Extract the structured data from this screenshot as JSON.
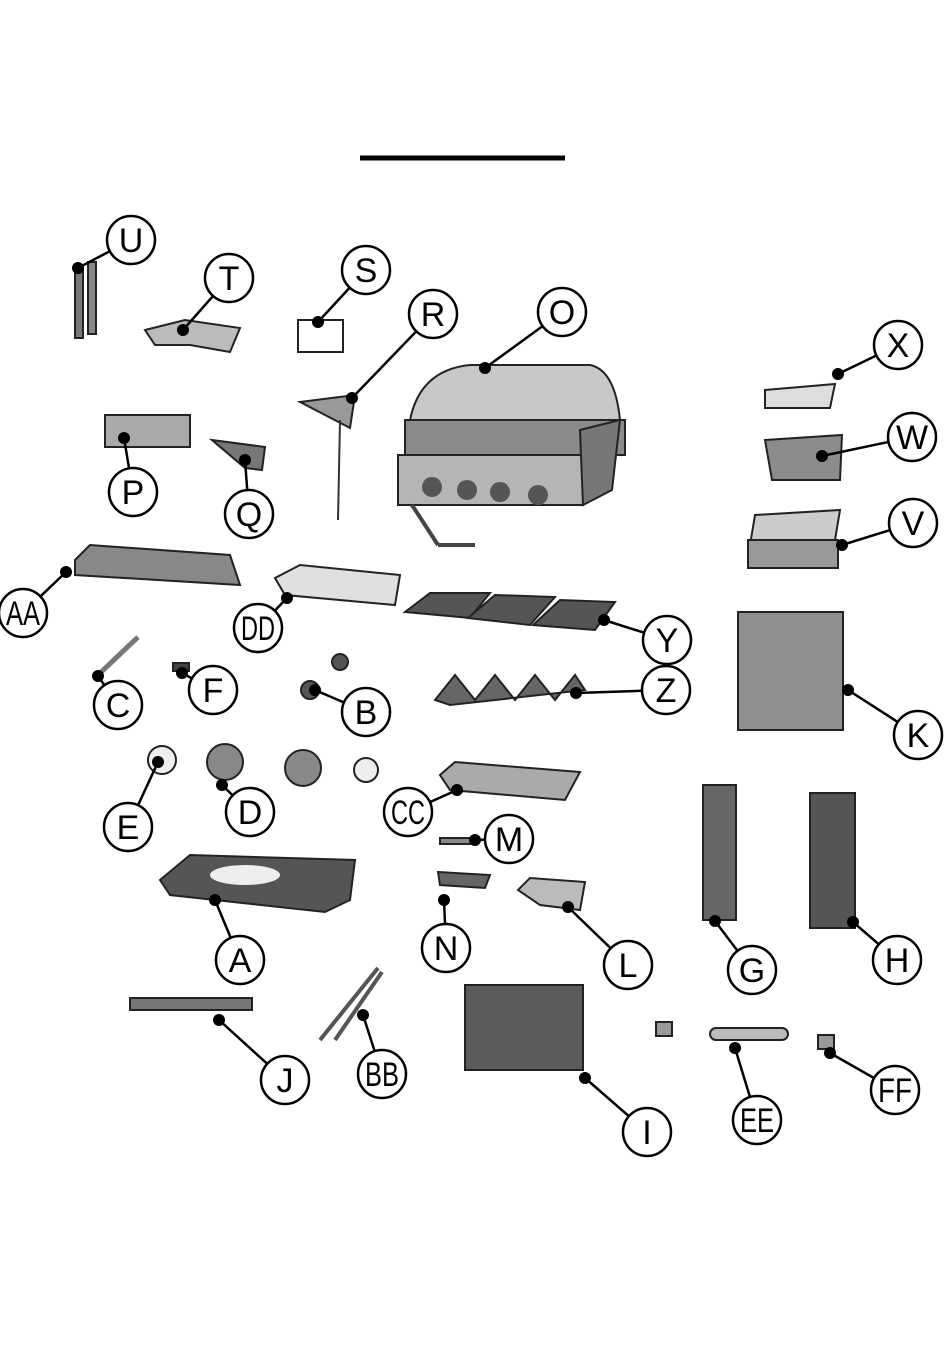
{
  "diagram": {
    "title": "",
    "callouts": [
      {
        "id": "u",
        "label": "U"
      },
      {
        "id": "t",
        "label": "T"
      },
      {
        "id": "s",
        "label": "S"
      },
      {
        "id": "r",
        "label": "R"
      },
      {
        "id": "o",
        "label": "O"
      },
      {
        "id": "x",
        "label": "X"
      },
      {
        "id": "p",
        "label": "P"
      },
      {
        "id": "q",
        "label": "Q"
      },
      {
        "id": "w",
        "label": "W"
      },
      {
        "id": "v",
        "label": "V"
      },
      {
        "id": "aa",
        "label": "AA"
      },
      {
        "id": "dd",
        "label": "DD"
      },
      {
        "id": "y",
        "label": "Y"
      },
      {
        "id": "k",
        "label": "K"
      },
      {
        "id": "c",
        "label": "C"
      },
      {
        "id": "f",
        "label": "F"
      },
      {
        "id": "b",
        "label": "B"
      },
      {
        "id": "z",
        "label": "Z"
      },
      {
        "id": "e",
        "label": "E"
      },
      {
        "id": "d",
        "label": "D"
      },
      {
        "id": "cc",
        "label": "CC"
      },
      {
        "id": "m",
        "label": "M"
      },
      {
        "id": "a",
        "label": "A"
      },
      {
        "id": "n",
        "label": "N"
      },
      {
        "id": "l",
        "label": "L"
      },
      {
        "id": "g",
        "label": "G"
      },
      {
        "id": "h",
        "label": "H"
      },
      {
        "id": "j",
        "label": "J"
      },
      {
        "id": "bb",
        "label": "BB"
      },
      {
        "id": "i",
        "label": "I"
      },
      {
        "id": "ee",
        "label": "EE"
      },
      {
        "id": "ff",
        "label": "FF"
      }
    ]
  }
}
